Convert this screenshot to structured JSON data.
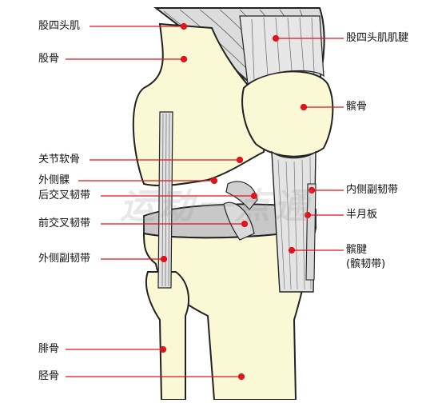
{
  "watermark": "运动一点通",
  "colors": {
    "leader": "#e0141e",
    "bone": "#fbf8d6",
    "outline": "#222222",
    "tendon": "#d6d6d6"
  },
  "labels": {
    "quad_muscle": "股四头肌",
    "femur": "股骨",
    "articular_cartilage": "关节软骨",
    "lateral_condyle": "外侧髁",
    "pcl": "后交叉韧带",
    "acl": "前交叉韧带",
    "lcl": "外侧副韧带",
    "fibula": "腓骨",
    "tibia": "胫骨",
    "quad_tendon": "股四头肌肌腱",
    "patella": "髌骨",
    "mcl": "内侧副韧带",
    "meniscus": "半月板",
    "patellar_tendon": "髌腱",
    "patellar_ligament": "(髌韧带)"
  }
}
